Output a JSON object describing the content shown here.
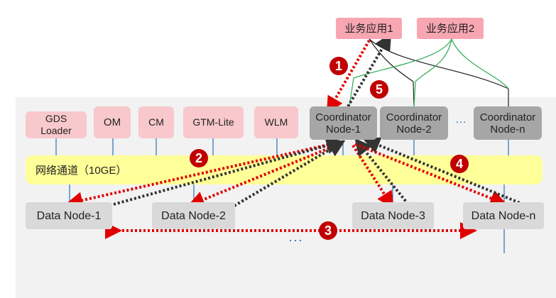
{
  "apps": [
    "业务应用1",
    "业务应用2"
  ],
  "components": [
    "GDS\nLoader",
    "OM",
    "CM",
    "GTM-Lite",
    "WLM"
  ],
  "coordinators": [
    "Coordinator\nNode-1",
    "Coordinator\nNode-2",
    "Coordinator\nNode-n"
  ],
  "coordinator_ellipsis": "…",
  "network": "网络通道（10GE）",
  "data_nodes": [
    "Data Node-1",
    "Data Node-2",
    "Data Node-3",
    "Data Node-n"
  ],
  "data_node_ellipsis": "···",
  "steps": [
    "1",
    "2",
    "3",
    "4",
    "5"
  ],
  "colors": {
    "request_arrow": "#e00000",
    "response_arrow": "#333333",
    "app2_link": "#2eaa55",
    "app1_link": "#222222",
    "network_link": "#2f6fb0",
    "badge": "#c00000"
  }
}
